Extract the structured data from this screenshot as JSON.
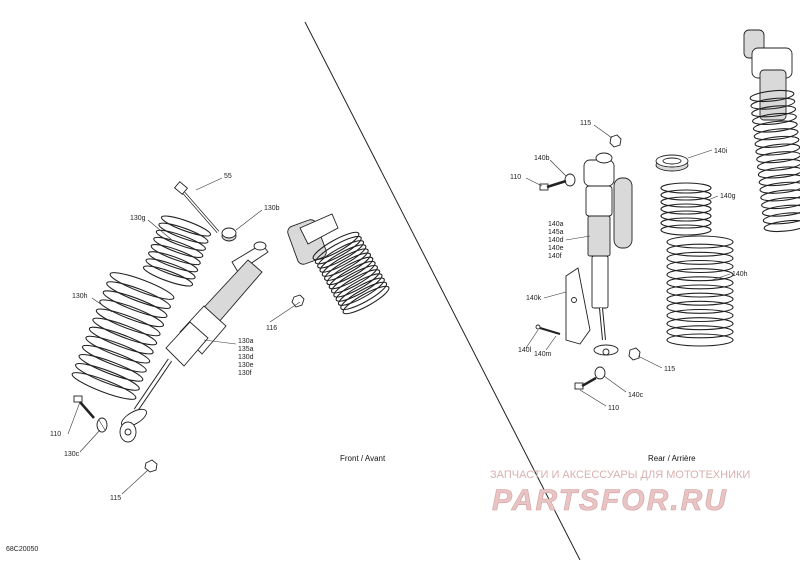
{
  "diagram_code": "68C20050",
  "sections": {
    "front": "Front / Avant",
    "rear": "Rear / Arrière"
  },
  "watermark": {
    "tagline": "ЗАПЧАСТИ И АКСЕССУАРЫ ДЛЯ МОТОТЕХНИКИ",
    "logo_text": "PARTSFOR.RU",
    "color": "#d8a9a9"
  },
  "front_labels": {
    "l55": "55",
    "l130b": "130b",
    "l130g": "130g",
    "l130h": "130h",
    "l116": "116",
    "l130a": "130a",
    "l135a": "135a",
    "l130d": "130d",
    "l130e": "130e",
    "l130f": "130f",
    "l110": "110",
    "l130c": "130c",
    "l115": "115"
  },
  "rear_labels": {
    "l115_top": "115",
    "l140b": "140b",
    "l110_top": "110",
    "l140i": "140i",
    "l140g": "140g",
    "l140a": "140a",
    "l145a": "145a",
    "l140d": "140d",
    "l140e": "140e",
    "l140f": "140f",
    "l140h": "140h",
    "l140k": "140k",
    "l140l": "140l",
    "l140m": "140m",
    "l115_bot": "115",
    "l140c": "140c",
    "l110_bot": "110"
  }
}
